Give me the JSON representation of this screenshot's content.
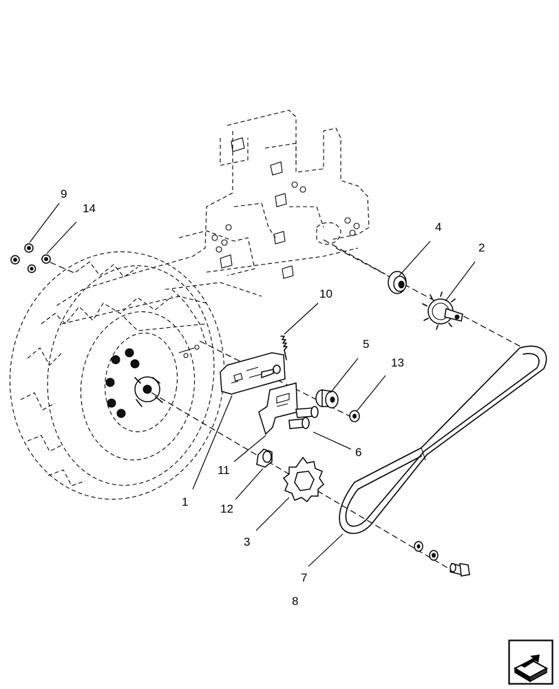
{
  "callouts": {
    "c1": "1",
    "c2": "2",
    "c3": "3",
    "c4": "4",
    "c5": "5",
    "c6": "6",
    "c7": "7",
    "c8": "8",
    "c9": "9",
    "c10": "10",
    "c11": "11",
    "c12": "12",
    "c13": "13",
    "c14": "14"
  },
  "nav_icon": "next-page-arrow-icon"
}
